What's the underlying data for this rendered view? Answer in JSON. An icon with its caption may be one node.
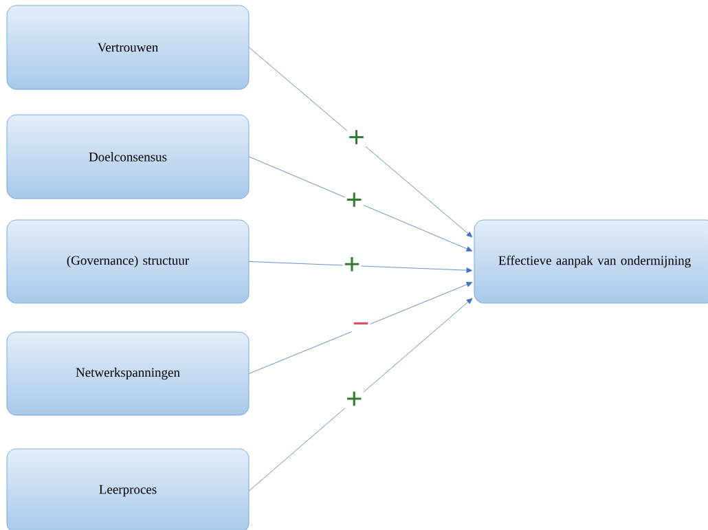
{
  "diagram": {
    "nodes": [
      {
        "text": [
          "Vertrouwen"
        ]
      },
      {
        "text": [
          "Doelconsensus"
        ]
      },
      {
        "text": [
          "(Governance) structuur"
        ]
      },
      {
        "text": [
          "Netwerkspanningen"
        ]
      },
      {
        "text": [
          "Leerproces"
        ]
      },
      {
        "text": [
          "Effectieve aanpak van ondermijning"
        ]
      }
    ],
    "edges": [
      {
        "from": 0,
        "to": 5,
        "arrow": "to",
        "label": "+"
      },
      {
        "from": 1,
        "to": 5,
        "arrow": "to",
        "label": "+"
      },
      {
        "from": 2,
        "to": 5,
        "arrow": "to",
        "label": "+"
      },
      {
        "from": 3,
        "to": 5,
        "arrow": "to",
        "label": "−"
      },
      {
        "from": 4,
        "to": 5,
        "arrow": "to",
        "label": "+"
      }
    ]
  }
}
